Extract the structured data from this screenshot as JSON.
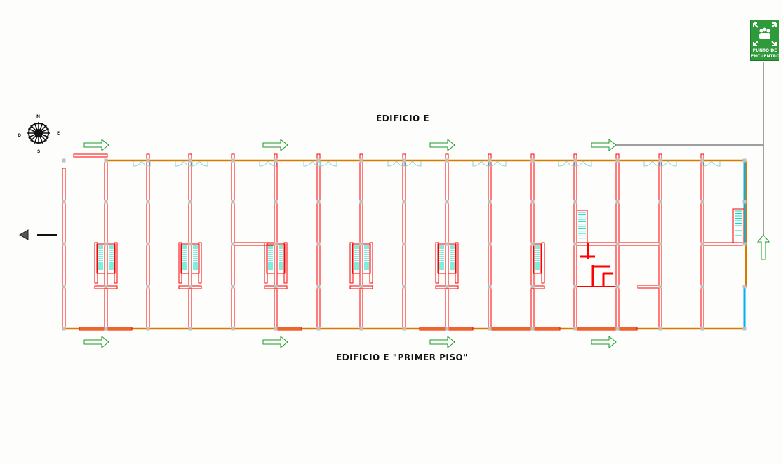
{
  "titles": {
    "top": "EDIFICIO E",
    "bottom": "EDIFICIO E \"PRIMER PISO\""
  },
  "sign": {
    "line1": "PUNTO DE",
    "line2": "ENCUENTRO",
    "icon": "assembly-point-icon"
  },
  "compass": {
    "n": "N",
    "s": "S",
    "e": "E",
    "w": "O"
  },
  "colors": {
    "wall": "#ff0000",
    "facade": "#d87a00",
    "stairs": "#00e0c0",
    "door": "#7fd6d6",
    "arrow": "#1a9a2a",
    "glass": "#00b0f0",
    "column": "#c0c0c0"
  }
}
